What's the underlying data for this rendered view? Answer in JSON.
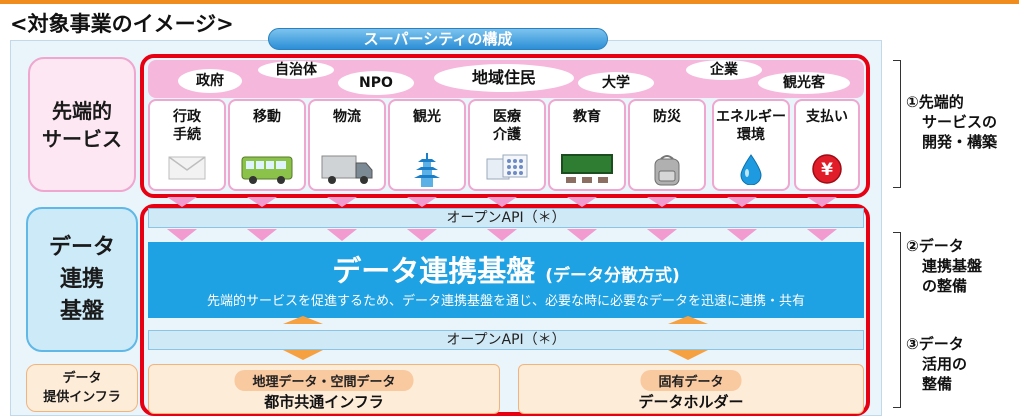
{
  "page_title": "<対象事業のイメージ>",
  "super_city_title": "スーパーシティの構成",
  "left_labels": {
    "services": [
      "先端的",
      "サービス"
    ],
    "platform": [
      "データ",
      "連携",
      "基盤"
    ],
    "infra": [
      "データ",
      "提供インフラ"
    ]
  },
  "actors": [
    "自治体",
    "政府",
    "NPO",
    "地域住民",
    "大学",
    "企業",
    "観光客"
  ],
  "services": [
    {
      "name": [
        "行政",
        "手続"
      ],
      "icon": "envelope-icon"
    },
    {
      "name": [
        "移動"
      ],
      "icon": "bus-icon"
    },
    {
      "name": [
        "物流"
      ],
      "icon": "truck-icon"
    },
    {
      "name": [
        "観光"
      ],
      "icon": "pagoda-icon"
    },
    {
      "name": [
        "医療",
        "介護"
      ],
      "icon": "medicine-icon"
    },
    {
      "name": [
        "教育"
      ],
      "icon": "blackboard-icon"
    },
    {
      "name": [
        "防災"
      ],
      "icon": "backpack-icon"
    },
    {
      "name": [
        "エネルギー",
        "環境"
      ],
      "icon": "water-drop-icon"
    },
    {
      "name": [
        "支払い"
      ],
      "icon": "yen-coin-icon"
    }
  ],
  "api_label_top": "オープンAPI（＊）",
  "api_label_bottom": "オープンAPI（＊）",
  "platform": {
    "title": "データ連携基盤",
    "subtitle": "(データ分散方式)",
    "description": "先端的サービスを促進するため、データ連携基盤を通じ、必要な時に必要なデータを迅速に連携・共有"
  },
  "infra": [
    {
      "tag": "地理データ・空間データ",
      "name": "都市共通インフラ"
    },
    {
      "tag": "固有データ",
      "name": "データホルダー"
    }
  ],
  "right_annotations": {
    "one": [
      "①先端的",
      "サービスの",
      "開発・構築"
    ],
    "two": [
      "②データ",
      "連携基盤",
      "の整備"
    ],
    "three": [
      "③データ",
      "活用の",
      "整備"
    ]
  },
  "colors": {
    "frame_red": "#e60012",
    "platform_blue": "#1fa2e3",
    "service_pink": "#f6b7dc",
    "infra_orange": "#fdecd8"
  }
}
